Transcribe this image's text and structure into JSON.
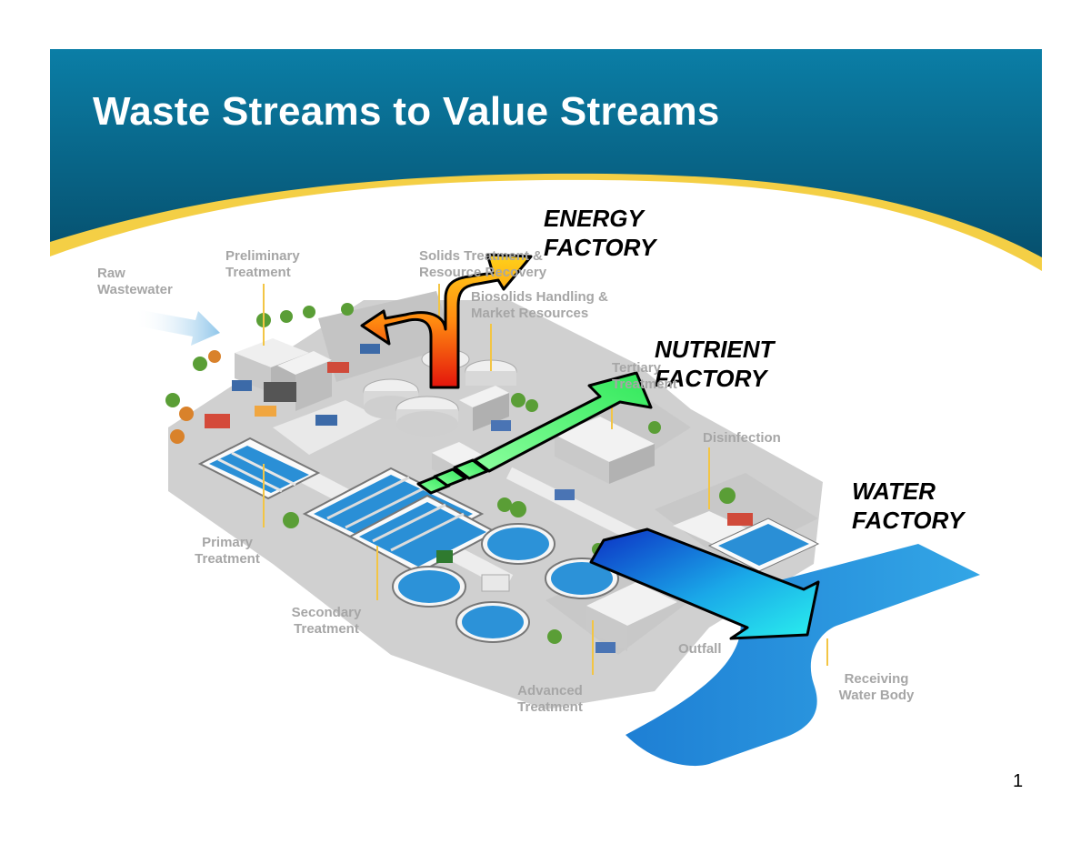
{
  "title": "Waste Streams to Value Streams",
  "factories": {
    "energy": [
      "ENERGY",
      "FACTORY"
    ],
    "nutrient": [
      "NUTRIENT",
      "FACTORY"
    ],
    "water": [
      "WATER",
      "FACTORY"
    ]
  },
  "process_labels": {
    "raw_wastewater": [
      "Raw",
      "Wastewater"
    ],
    "preliminary_treatment": [
      "Preliminary",
      "Treatment"
    ],
    "solids_treatment": [
      "Solids Treatment &",
      "Resource Recovery"
    ],
    "biosolids_handling": [
      "Biosolids Handling &",
      "Market Resources"
    ],
    "tertiary_treatment": [
      "Tertiary",
      "Treatment"
    ],
    "disinfection": [
      "Disinfection"
    ],
    "primary_treatment": [
      "Primary",
      "Treatment"
    ],
    "secondary_treatment": [
      "Secondary",
      "Treatment"
    ],
    "advanced_treatment": [
      "Advanced",
      "Treatment"
    ],
    "outfall": [
      "Outfall"
    ],
    "receiving_water_body": [
      "Receiving",
      "Water Body"
    ]
  },
  "page_number": "1",
  "colors": {
    "header_blue": "#0a6a93",
    "header_gold": "#f6d24a",
    "energy_arrow_top": "#ffcc00",
    "energy_arrow_bottom": "#e8140c",
    "nutrient_arrow": "#44ee66",
    "water_arrow_start": "#0d3fc9",
    "water_arrow_end": "#22eeee",
    "river": "#2a8fdc",
    "ground": "#cfcfcf",
    "label_gray": "#a6a6a6"
  }
}
